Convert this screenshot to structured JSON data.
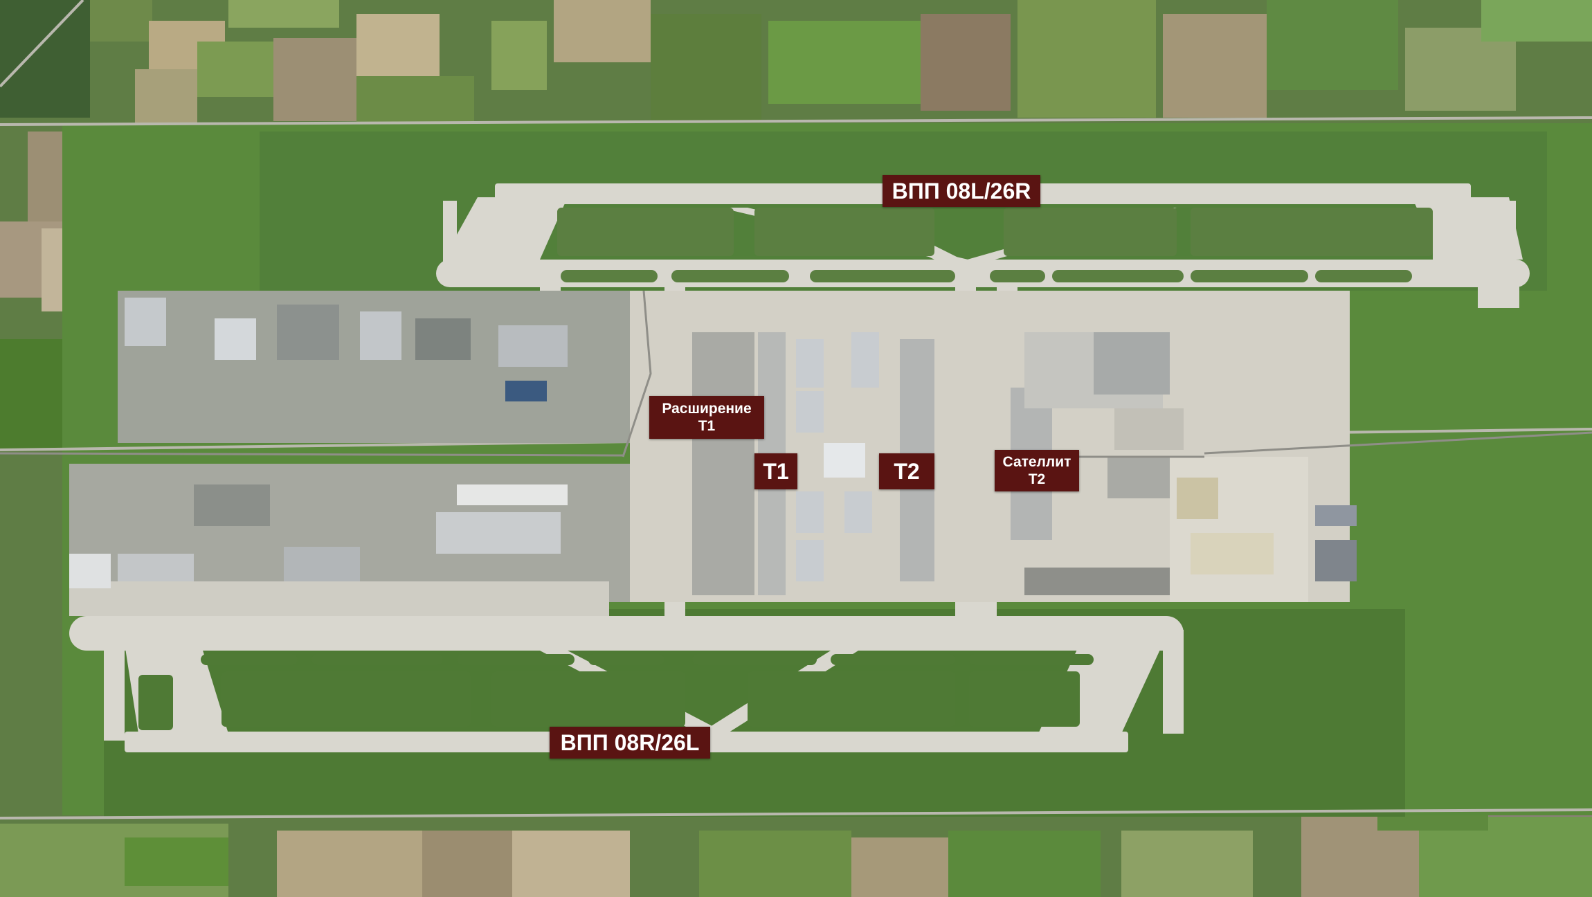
{
  "map": {
    "colors": {
      "farmland": "#5f7d45",
      "grass": "#5a8a3c",
      "grass_dark": "#4e7a34",
      "pavement": "#d9d7cf",
      "apron": "#d3d0c6",
      "buildings": "#a9aaa5",
      "roof_light": "#c8ccd0",
      "label_bg": "#5a1412",
      "label_text": "#ffffff"
    },
    "labels": {
      "runway_north": "ВПП 08L/26R",
      "runway_south": "ВПП 08R/26L",
      "t1_expansion": [
        "Расширение",
        "T1"
      ],
      "t1": "T1",
      "t2": "T2",
      "satellite_t2": [
        "Сателлит",
        "T2"
      ]
    }
  }
}
